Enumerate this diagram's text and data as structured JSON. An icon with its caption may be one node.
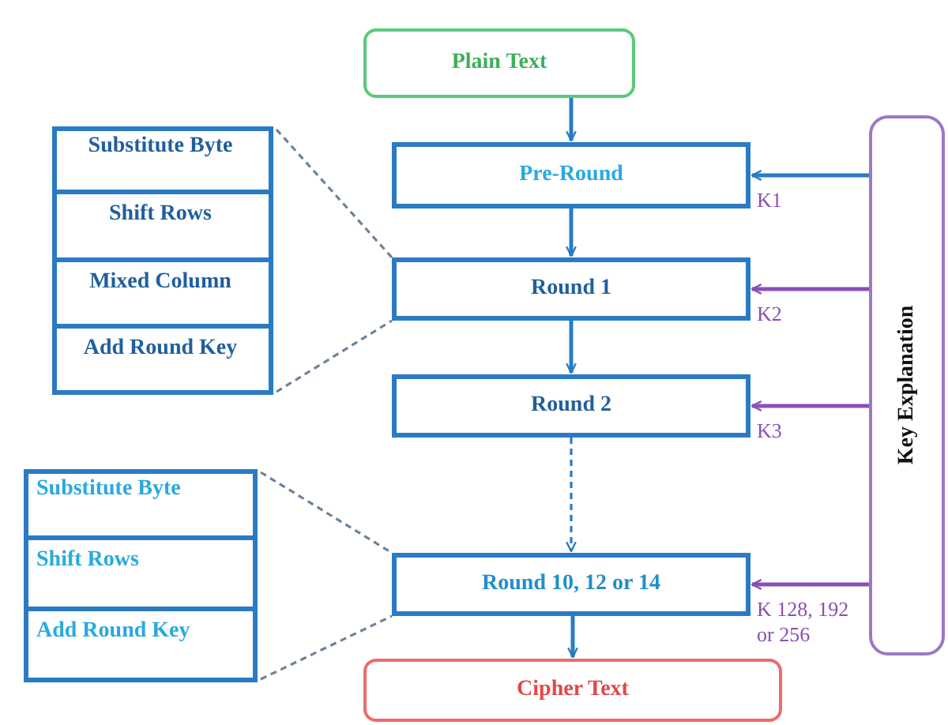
{
  "diagram": {
    "nodes": [
      {
        "text": [
          "Plain Text"
        ]
      },
      {
        "text": [
          "Pre-Round"
        ]
      },
      {
        "text": [
          "Round 1"
        ]
      },
      {
        "text": [
          "Round 2"
        ]
      },
      {
        "text": [
          "Round 10, 12 or 14"
        ]
      },
      {
        "text": [
          "Cipher Text"
        ]
      },
      {
        "text": [
          "Key Explanation"
        ]
      },
      {
        "text": [],
        "shape": "box"
      },
      {
        "text": [
          "Substitute Byte"
        ],
        "in": 7
      },
      {
        "text": [
          "Shift Rows"
        ],
        "in": 7
      },
      {
        "text": [
          "Mixed Column"
        ],
        "in": 7
      },
      {
        "text": [
          "Add Round Key"
        ],
        "in": 7
      },
      {
        "text": [],
        "shape": "box"
      },
      {
        "text": [
          "Substitute Byte"
        ],
        "in": 12
      },
      {
        "text": [
          "Shift Rows"
        ],
        "in": 12
      },
      {
        "text": [
          "Add Round Key"
        ],
        "in": 12
      }
    ],
    "edges": [
      {
        "from": 0,
        "to": 1,
        "arrow": "to"
      },
      {
        "from": 1,
        "to": 2,
        "arrow": "to"
      },
      {
        "from": 2,
        "to": 3,
        "arrow": "to"
      },
      {
        "from": 3,
        "to": 4,
        "arrow": "to",
        "style": "dashed"
      },
      {
        "from": 4,
        "to": 5,
        "arrow": "to"
      },
      {
        "from": 6,
        "to": 1,
        "arrow": "to",
        "label": "K1"
      },
      {
        "from": 6,
        "to": 2,
        "arrow": "to",
        "label": "K2",
        "color": "#8a4fb5"
      },
      {
        "from": 6,
        "to": 3,
        "arrow": "to",
        "label": "K3",
        "color": "#8a4fb5"
      },
      {
        "from": 6,
        "to": 4,
        "arrow": "to",
        "label": "K 128, 192 or 256",
        "color": "#8a4fb5"
      },
      {
        "from": 7,
        "to": 2,
        "arrow": "none",
        "style": "dashed",
        "color": "#6f8299"
      },
      {
        "from": 7,
        "to": 2,
        "arrow": "none",
        "style": "dashed",
        "color": "#6f8299"
      },
      {
        "from": 12,
        "to": 4,
        "arrow": "none",
        "style": "dashed",
        "color": "#6f8299"
      },
      {
        "from": 12,
        "to": 4,
        "arrow": "none",
        "style": "dashed",
        "color": "#6f8299"
      }
    ]
  }
}
